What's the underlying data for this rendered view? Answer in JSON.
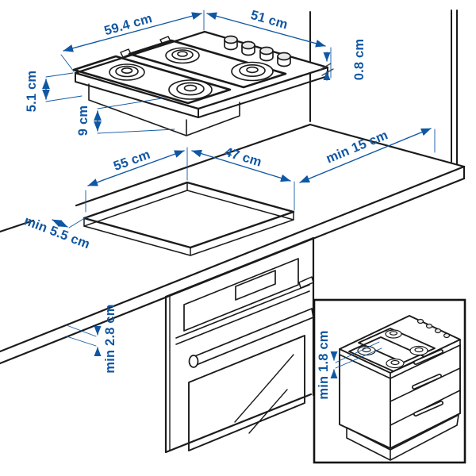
{
  "dimensions": {
    "hob_width": "59.4 cm",
    "hob_depth": "51 cm",
    "hob_height": "5.1 cm",
    "hob_recess_depth": "9 cm",
    "hob_edge_height": "0.8 cm",
    "cutout_width": "55 cm",
    "cutout_depth": "47 cm",
    "side_clearance": "min 15 cm",
    "cutout_edge_clearance": "min 5.5 cm",
    "worktop_thickness": "min 2.8 cm",
    "hob_cabinet_gap": "min 1.8 cm"
  },
  "colors": {
    "dimension_blue": "#1057A3",
    "line_black": "#1B1B1B",
    "background": "#FFFFFF"
  }
}
